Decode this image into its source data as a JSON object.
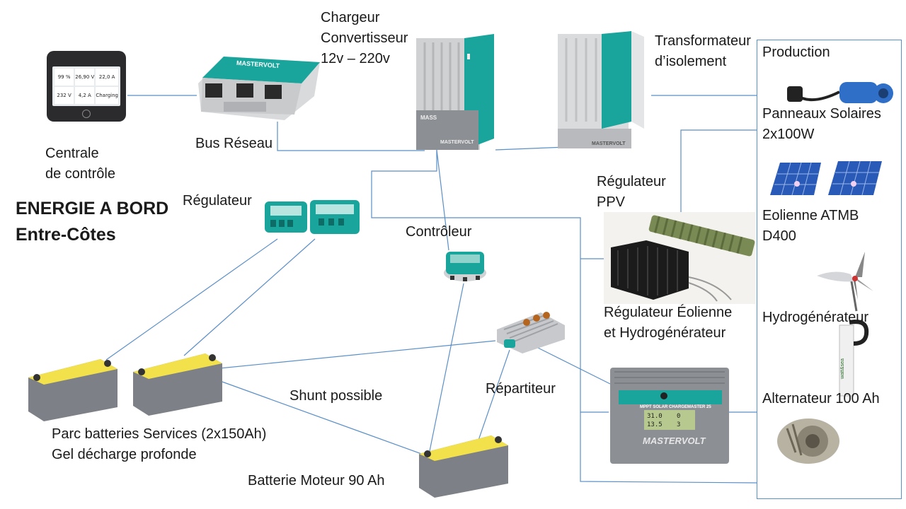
{
  "title": [
    "ENERGIE A BORD",
    "Entre-Côtes"
  ],
  "labels": {
    "chargeur": "Chargeur\nConvertisseur\n12v – 220v",
    "transformateur": "Transformateur\nd’isolement",
    "production": "Production",
    "centrale": "Centrale\nde contrôle",
    "bus": "Bus Réseau",
    "regulateur": "Régulateur",
    "controleur": "Contrôleur",
    "regulateur_ppv": "Régulateur\nPPV",
    "regulateur_eolienne": "Régulateur Éolienne\net Hydrogénérateur",
    "repartiteur": "Répartiteur",
    "shunt": "Shunt possible",
    "parc": "Parc batteries Services (2x150Ah)\nGel décharge profonde",
    "batterie_moteur": "Batterie Moteur 90 Ah",
    "panneaux": "Panneaux Solaires\n2x100W",
    "eolienne": "Eolienne ATMB\nD400",
    "hydro": "Hydrogénérateur",
    "alternateur": "Alternateur 100 Ah"
  },
  "device_text": {
    "display_values": [
      "99 %",
      "26,90 V",
      "22,0 A",
      "232 V",
      "4,2 A",
      "Charging"
    ],
    "charger_brand": "MASS",
    "charger_maker": "MASTERVOLT",
    "transfo_maker": "MASTERVOLT",
    "bus_brand": "MASTERVOLT",
    "mppt_title": "MPPT SOLAR CHARGEMASTER 25",
    "mppt_brand": "MASTERVOLT",
    "mppt_lcd": [
      "31.0",
      "0",
      "13.5",
      "3"
    ],
    "hydro_brand": "watt&sea"
  },
  "colors": {
    "wire": "#5b8fc7",
    "mastervolt_teal": "#1aa59c",
    "battery_yellow": "#f2e14a",
    "battery_gray": "#7d8087",
    "solar_blue": "#2a5ab8"
  }
}
